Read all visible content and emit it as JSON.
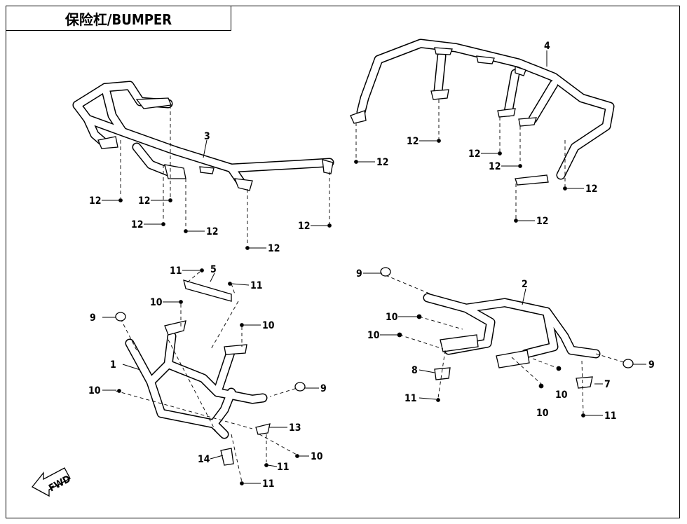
{
  "header": {
    "title": "保险杠/BUMPER"
  },
  "callouts": {
    "c1": "1",
    "c2": "2",
    "c3": "3",
    "c4": "4",
    "c5": "5",
    "c7": "7",
    "c8": "8",
    "c9": "9",
    "c10": "10",
    "c11": "11",
    "c12": "12",
    "c13": "13",
    "c14": "14"
  },
  "fwd_label": "FWD"
}
